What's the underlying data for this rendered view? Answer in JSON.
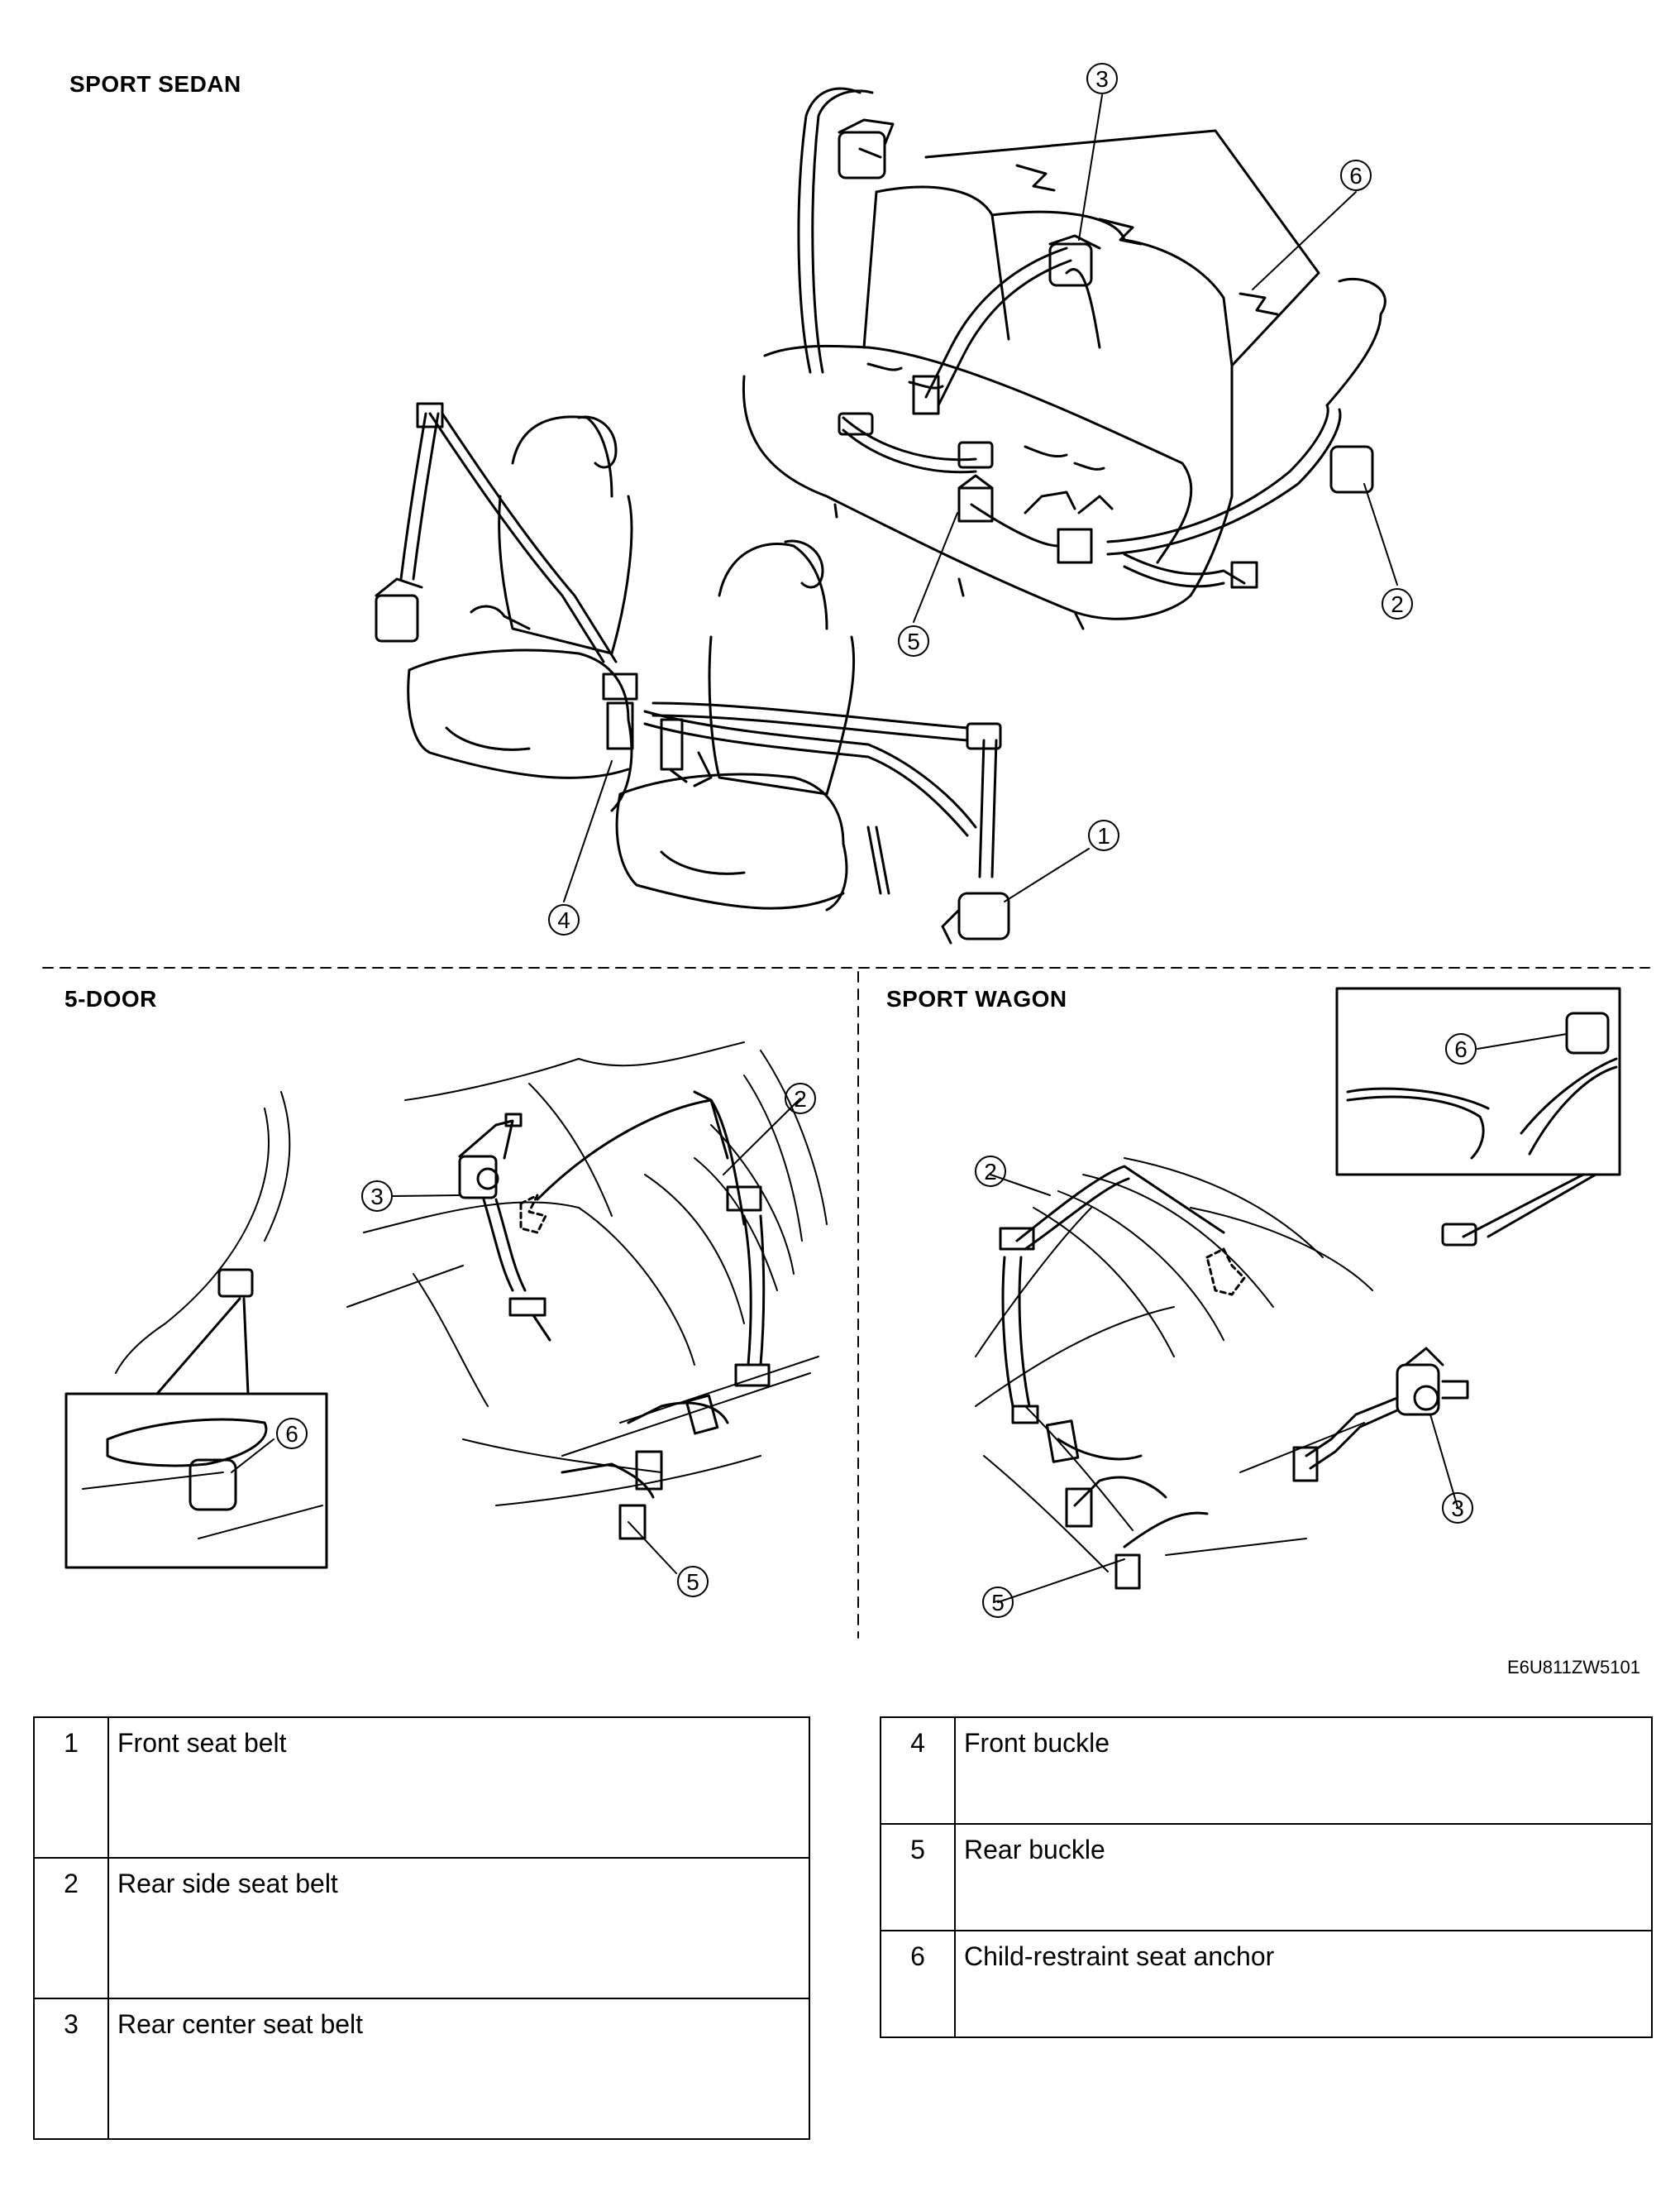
{
  "sections": {
    "sport_sedan": "SPORT SEDAN",
    "five_door": "5-DOOR",
    "sport_wagon": "SPORT WAGON"
  },
  "callouts": {
    "c1": "1",
    "c2": "2",
    "c3": "3",
    "c4": "4",
    "c5": "5",
    "c6": "6"
  },
  "drawing_code": "E6U811ZW5101",
  "legend": {
    "left": [
      {
        "num": "1",
        "label": "Front seat belt"
      },
      {
        "num": "2",
        "label": "Rear side seat belt"
      },
      {
        "num": "3",
        "label": "Rear center seat belt"
      }
    ],
    "right": [
      {
        "num": "4",
        "label": "Front buckle"
      },
      {
        "num": "5",
        "label": "Rear buckle"
      },
      {
        "num": "6",
        "label": "Child-restraint seat anchor"
      }
    ]
  }
}
